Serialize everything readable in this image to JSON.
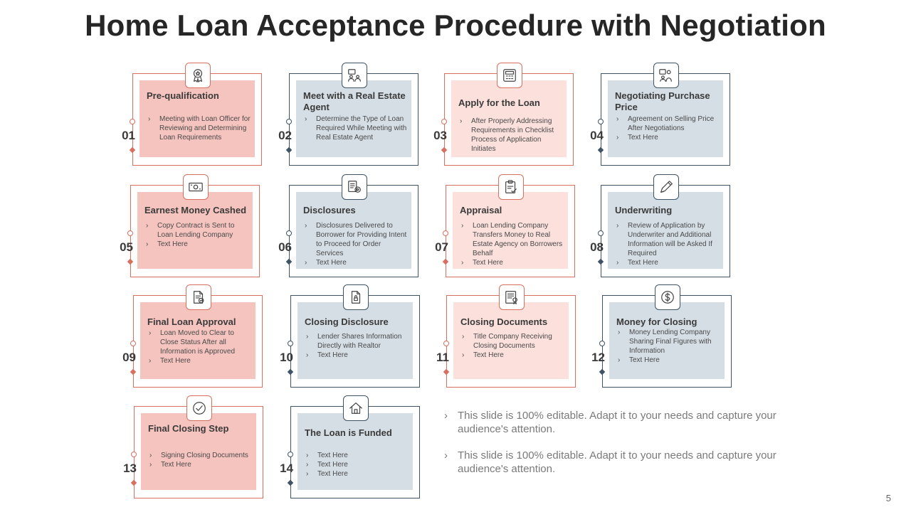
{
  "title": "Home Loan Acceptance Procedure with Negotiation",
  "colors": {
    "red": "#d9705f",
    "blue": "#3e5366",
    "red_fill_dark": "#f5c4bf",
    "red_fill_light": "#fbe0dc",
    "blue_fill": "#d5dee5"
  },
  "steps": [
    {
      "number": "01",
      "title": "Pre-qualification",
      "bullets": [
        "Meeting with Loan Officer for Reviewing and Determining Loan Requirements"
      ],
      "icon": "award-ribbon-icon",
      "tone": "red-dark"
    },
    {
      "number": "02",
      "title": "Meet with a Real Estate Agent",
      "bullets": [
        "Determine the Type of Loan Required While Meeting with Real Estate Agent"
      ],
      "icon": "meeting-icon",
      "tone": "blue"
    },
    {
      "number": "03",
      "title": "Apply for the Loan",
      "bullets": [
        "After Properly Addressing Requirements in Checklist Process of Application Initiates"
      ],
      "icon": "calculator-icon",
      "tone": "red-light"
    },
    {
      "number": "04",
      "title": "Negotiating Purchase Price",
      "bullets": [
        "Agreement on Selling Price After Negotiations",
        "Text Here"
      ],
      "icon": "negotiation-icon",
      "tone": "blue"
    },
    {
      "number": "05",
      "title": "Earnest Money Cashed",
      "bullets": [
        "Copy Contract is Sent to Loan Lending Company",
        "Text Here"
      ],
      "icon": "cash-icon",
      "tone": "red-dark"
    },
    {
      "number": "06",
      "title": "Disclosures",
      "bullets": [
        "Disclosures Delivered to Borrower for Providing Intent to Proceed for Order Services",
        "Text Here"
      ],
      "icon": "settings-document-icon",
      "tone": "blue"
    },
    {
      "number": "07",
      "title": "Appraisal",
      "bullets": [
        "Loan Lending Company Transfers Money to Real Estate Agency on Borrowers Behalf",
        "Text Here"
      ],
      "icon": "clipboard-check-icon",
      "tone": "red-light"
    },
    {
      "number": "08",
      "title": "Underwriting",
      "bullets": [
        "Review of Application by Underwriter and Additional Information will be Asked If Required",
        "Text Here"
      ],
      "icon": "pencil-icon",
      "tone": "blue"
    },
    {
      "number": "09",
      "title": "Final Loan Approval",
      "bullets": [
        "Loan Moved to Clear to Close Status After all Information is Approved",
        "Text Here"
      ],
      "icon": "document-approved-icon",
      "tone": "red-dark"
    },
    {
      "number": "10",
      "title": "Closing Disclosure",
      "bullets": [
        "Lender Shares Information Directly with Realtor",
        "Text Here"
      ],
      "icon": "lock-document-icon",
      "tone": "blue"
    },
    {
      "number": "11",
      "title": "Closing Documents",
      "bullets": [
        "Title Company Receiving Closing Documents",
        "Text Here"
      ],
      "icon": "certificate-icon",
      "tone": "red-light"
    },
    {
      "number": "12",
      "title": "Money for Closing",
      "bullets": [
        "Money Lending Company Sharing Final Figures with Information",
        "Text Here"
      ],
      "icon": "dollar-coin-icon",
      "tone": "blue"
    },
    {
      "number": "13",
      "title": "Final Closing Step",
      "bullets": [
        "Signing Closing Documents",
        "Text Here"
      ],
      "icon": "check-circle-icon",
      "tone": "red-dark"
    },
    {
      "number": "14",
      "title": "The Loan is Funded",
      "bullets": [
        "Text Here",
        "Text Here",
        "Text Here"
      ],
      "icon": "house-icon",
      "tone": "blue"
    }
  ],
  "notes": [
    "This slide is 100% editable. Adapt it to your needs and capture your audience's attention.",
    "This slide is 100% editable. Adapt it to your needs and capture your audience's attention."
  ],
  "page_number": "5"
}
